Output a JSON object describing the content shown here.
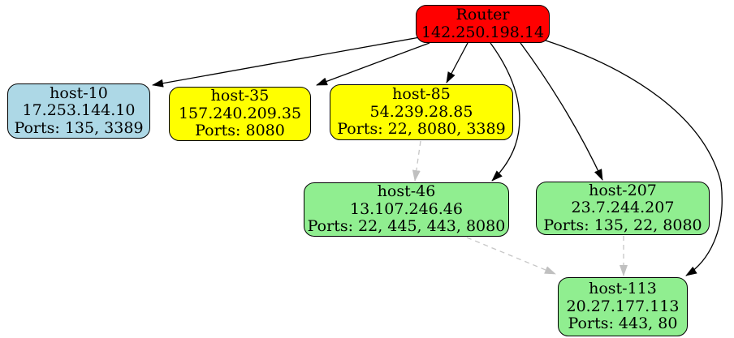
{
  "diagram": {
    "type": "network-topology-graph",
    "background": "#ffffff",
    "colors": {
      "router_fill": "#ff0000",
      "host_lightblue_fill": "#add8e6",
      "host_yellow_fill": "#ffff00",
      "host_green_fill": "#90ee90",
      "node_border": "#000000",
      "solid_edge": "#000000",
      "dashed_edge": "#c6c6c6",
      "text": "#000000"
    },
    "nodes": [
      {
        "id": "router",
        "name": "Router",
        "ip": "142.250.198.14",
        "ports": "",
        "fill": "#ff0000"
      },
      {
        "id": "host-10",
        "name": "host-10",
        "ip": "17.253.144.10",
        "ports": "Ports: 135, 3389",
        "fill": "#add8e6"
      },
      {
        "id": "host-35",
        "name": "host-35",
        "ip": "157.240.209.35",
        "ports": "Ports: 8080",
        "fill": "#ffff00"
      },
      {
        "id": "host-85",
        "name": "host-85",
        "ip": "54.239.28.85",
        "ports": "Ports: 22, 8080, 3389",
        "fill": "#ffff00"
      },
      {
        "id": "host-46",
        "name": "host-46",
        "ip": "13.107.246.46",
        "ports": "Ports: 22, 445, 443, 8080",
        "fill": "#90ee90"
      },
      {
        "id": "host-207",
        "name": "host-207",
        "ip": "23.7.244.207",
        "ports": "Ports: 135, 22, 8080",
        "fill": "#90ee90"
      },
      {
        "id": "host-113",
        "name": "host-113",
        "ip": "20.27.177.113",
        "ports": "Ports: 443, 80",
        "fill": "#90ee90"
      }
    ],
    "edges": [
      {
        "from": "Router",
        "to": "host-10",
        "style": "solid",
        "color": "#000000"
      },
      {
        "from": "Router",
        "to": "host-35",
        "style": "solid",
        "color": "#000000"
      },
      {
        "from": "Router",
        "to": "host-85",
        "style": "solid",
        "color": "#000000"
      },
      {
        "from": "Router",
        "to": "host-46",
        "style": "solid",
        "color": "#000000"
      },
      {
        "from": "Router",
        "to": "host-207",
        "style": "solid",
        "color": "#000000"
      },
      {
        "from": "Router",
        "to": "host-113",
        "style": "solid",
        "color": "#000000"
      },
      {
        "from": "host-85",
        "to": "host-46",
        "style": "dashed",
        "color": "#c6c6c6"
      },
      {
        "from": "host-46",
        "to": "host-113",
        "style": "dashed",
        "color": "#c6c6c6"
      },
      {
        "from": "host-207",
        "to": "host-113",
        "style": "dashed",
        "color": "#c6c6c6"
      }
    ]
  }
}
